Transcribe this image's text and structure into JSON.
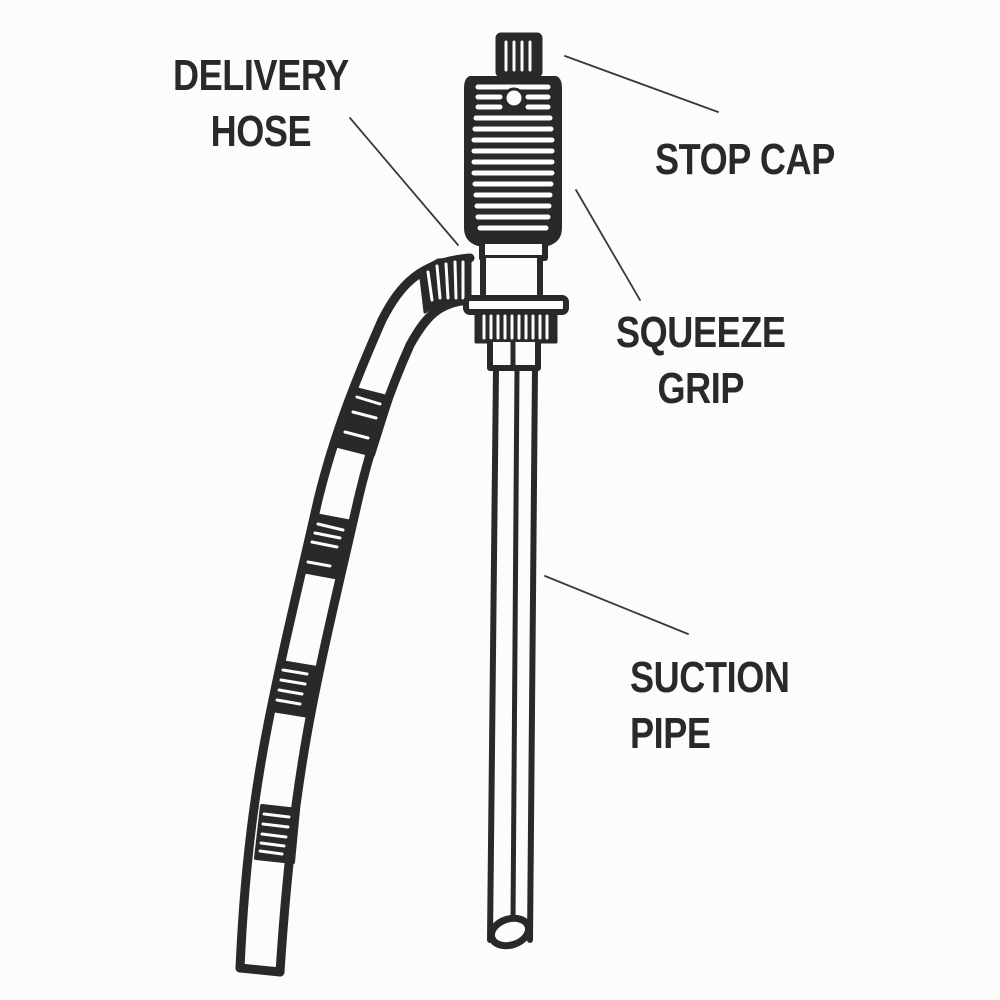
{
  "diagram": {
    "type": "labeled-illustration",
    "subject": "hand siphon pump",
    "colors": {
      "background": "#fcfcfb",
      "ink": "#2b282c",
      "leader_line": "#3a383c"
    },
    "labels": {
      "delivery_hose": {
        "line1": "DELIVERY",
        "line2": "HOSE"
      },
      "stop_cap": {
        "line1": "STOP CAP"
      },
      "squeeze_grip": {
        "line1": "SQUEEZE",
        "line2": "GRIP"
      },
      "suction_pipe": {
        "line1": "SUCTION",
        "line2": "PIPE"
      }
    }
  }
}
